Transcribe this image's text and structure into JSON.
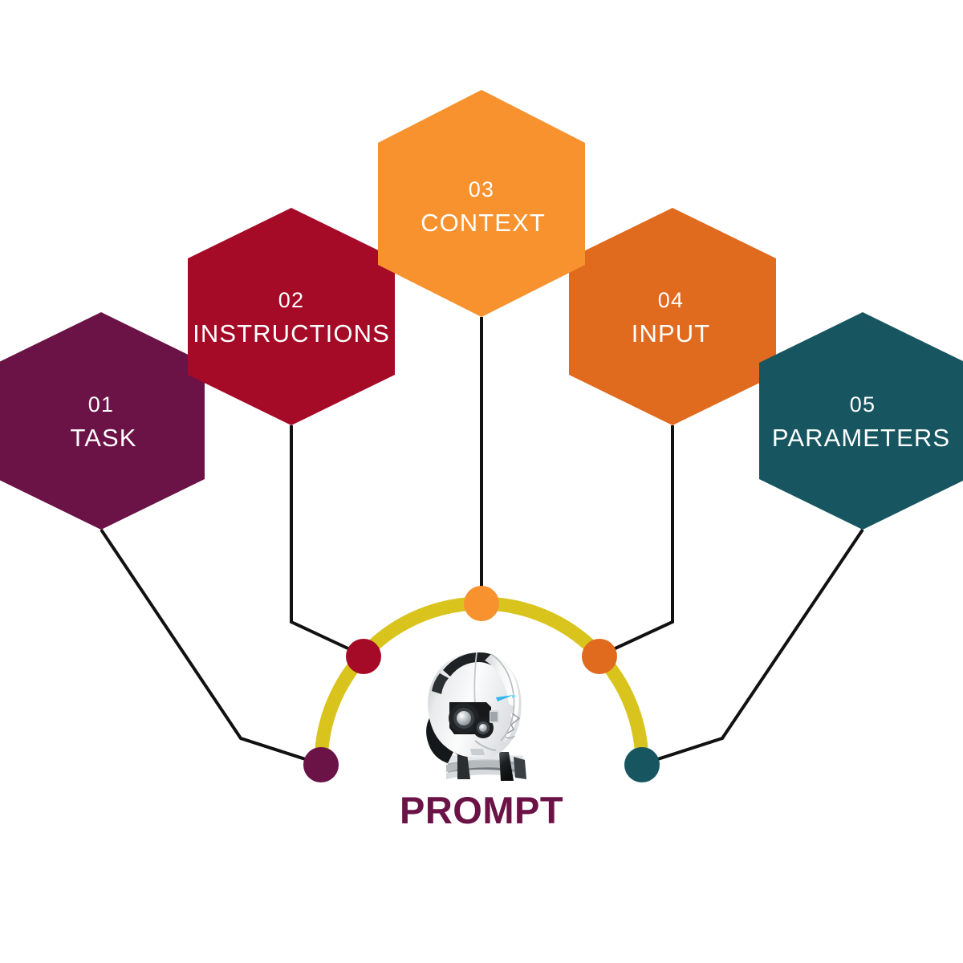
{
  "diagram": {
    "title_word": "PROMPT",
    "center_icon": "robot-head-icon",
    "background_color": "#FFFFFF",
    "arc_color": "#D9C41E",
    "connector_color": "#111111",
    "prompt_text_color": "#6B1246",
    "nodes": [
      {
        "number": "01",
        "label": "TASK",
        "color": "#6B1246",
        "dot_name": "dot-task",
        "hex_name": "hexagon-task"
      },
      {
        "number": "02",
        "label": "INSTRUCTIONS",
        "color": "#A50A27",
        "dot_name": "dot-instructions",
        "hex_name": "hexagon-instructions"
      },
      {
        "number": "03",
        "label": "CONTEXT",
        "color": "#F7922F",
        "dot_name": "dot-context",
        "hex_name": "hexagon-context"
      },
      {
        "number": "04",
        "label": "INPUT",
        "color": "#E06A1E",
        "dot_name": "dot-input",
        "hex_name": "hexagon-input"
      },
      {
        "number": "05",
        "label": "PARAMETERS",
        "color": "#175661",
        "dot_name": "dot-parameters",
        "hex_name": "hexagon-parameters"
      }
    ]
  }
}
